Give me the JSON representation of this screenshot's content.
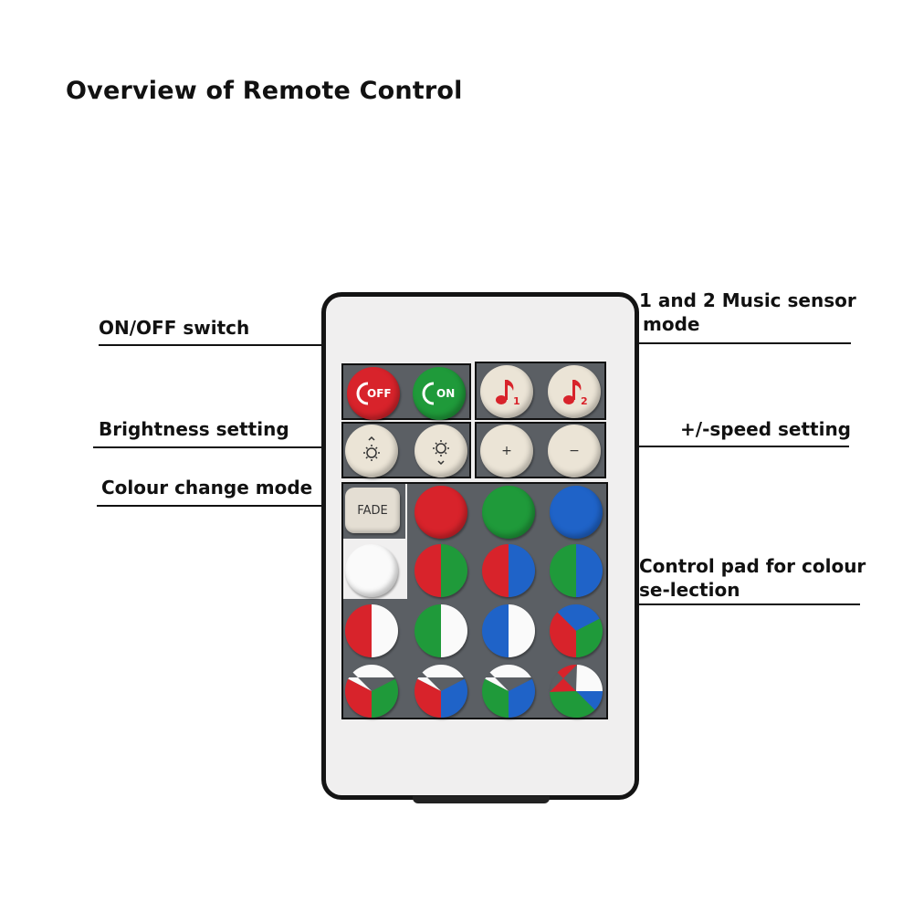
{
  "title": "Overview of Remote Control",
  "labels": {
    "onoff": "ON/OFF switch",
    "music_line1": "1 and 2 Music sensor",
    "music_line2": "mode",
    "brightness": "Brightness setting",
    "speed": "+/-speed setting",
    "colour_change": "Colour change mode",
    "control_pad_line1": "Control pad for colour",
    "control_pad_line2": "se-lection"
  },
  "buttons": {
    "off": "OFF",
    "on": "ON",
    "music1": "1",
    "music2": "2",
    "plus": "+",
    "minus": "−",
    "fade": "FADE"
  },
  "colors": {
    "red": "#d8232b",
    "green": "#1f9a3a",
    "blue": "#1f63c8",
    "white": "#fafafa",
    "panel": "#5b5f64"
  }
}
